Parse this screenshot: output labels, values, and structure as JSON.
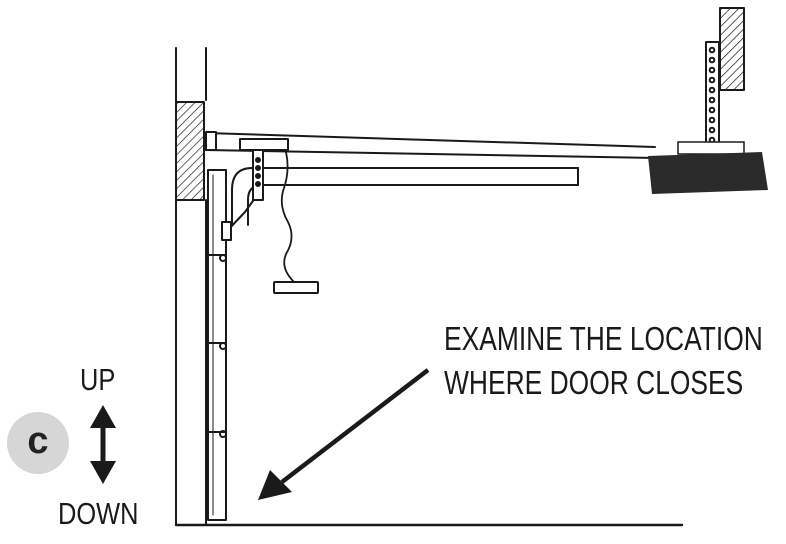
{
  "step": {
    "letter": "c"
  },
  "direction": {
    "up_label": "UP",
    "down_label": "DOWN"
  },
  "instruction": {
    "line1": "EXAMINE THE LOCATION",
    "line2": "WHERE DOOR CLOSES"
  },
  "colors": {
    "line": "#1a1a1a",
    "opener_body": "#2b2b2b",
    "badge_bg": "#d6d6d6"
  },
  "icons": [
    "up-down-arrow-icon",
    "pointer-arrow-icon"
  ]
}
